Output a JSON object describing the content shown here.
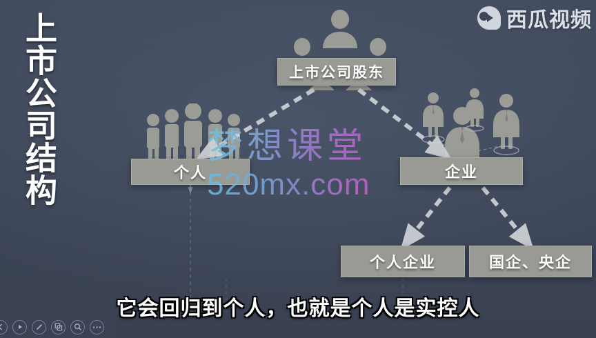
{
  "slide": {
    "title_vertical": "上市公司结构",
    "background_color": "#3e4759",
    "node_color": "#9a9a95",
    "text_color": "#ffffff"
  },
  "brand": {
    "name": "西瓜视频",
    "logo_icon": "play-circle-icon"
  },
  "watermark": {
    "main": "梦想课堂",
    "sub": "520mx.com",
    "gradient_from": "#6fc6e0",
    "gradient_to": "#c060c8"
  },
  "diagram": {
    "nodes": [
      {
        "id": "shareholders",
        "label": "上市公司股东"
      },
      {
        "id": "individual",
        "label": "个人"
      },
      {
        "id": "enterprise",
        "label": "企业"
      },
      {
        "id": "indiv_firm",
        "label": "个人企业"
      },
      {
        "id": "soe",
        "label": "国企、央企"
      }
    ],
    "edges": [
      {
        "from": "shareholders",
        "to": "individual",
        "style": "dashed-arrow"
      },
      {
        "from": "shareholders",
        "to": "enterprise",
        "style": "dashed-arrow"
      },
      {
        "from": "enterprise",
        "to": "indiv_firm",
        "style": "dashed-arrow"
      },
      {
        "from": "enterprise",
        "to": "soe",
        "style": "dashed-arrow"
      },
      {
        "from": "individual",
        "to": "subtitle",
        "style": "thin-dashed"
      }
    ],
    "edge_color": "#cfd3d6"
  },
  "subtitle": {
    "text": "它会回归到个人，也就是个人是实控人"
  },
  "toolbar": {
    "buttons": [
      {
        "name": "previous-frame-button",
        "icon": "chevron-left-icon"
      },
      {
        "name": "play-button",
        "icon": "play-icon"
      },
      {
        "name": "pen-button",
        "icon": "pen-slash-icon"
      },
      {
        "name": "copy-button",
        "icon": "copy-layers-icon"
      },
      {
        "name": "zoom-button",
        "icon": "search-icon"
      },
      {
        "name": "more-button",
        "icon": "ellipsis-icon"
      }
    ]
  }
}
